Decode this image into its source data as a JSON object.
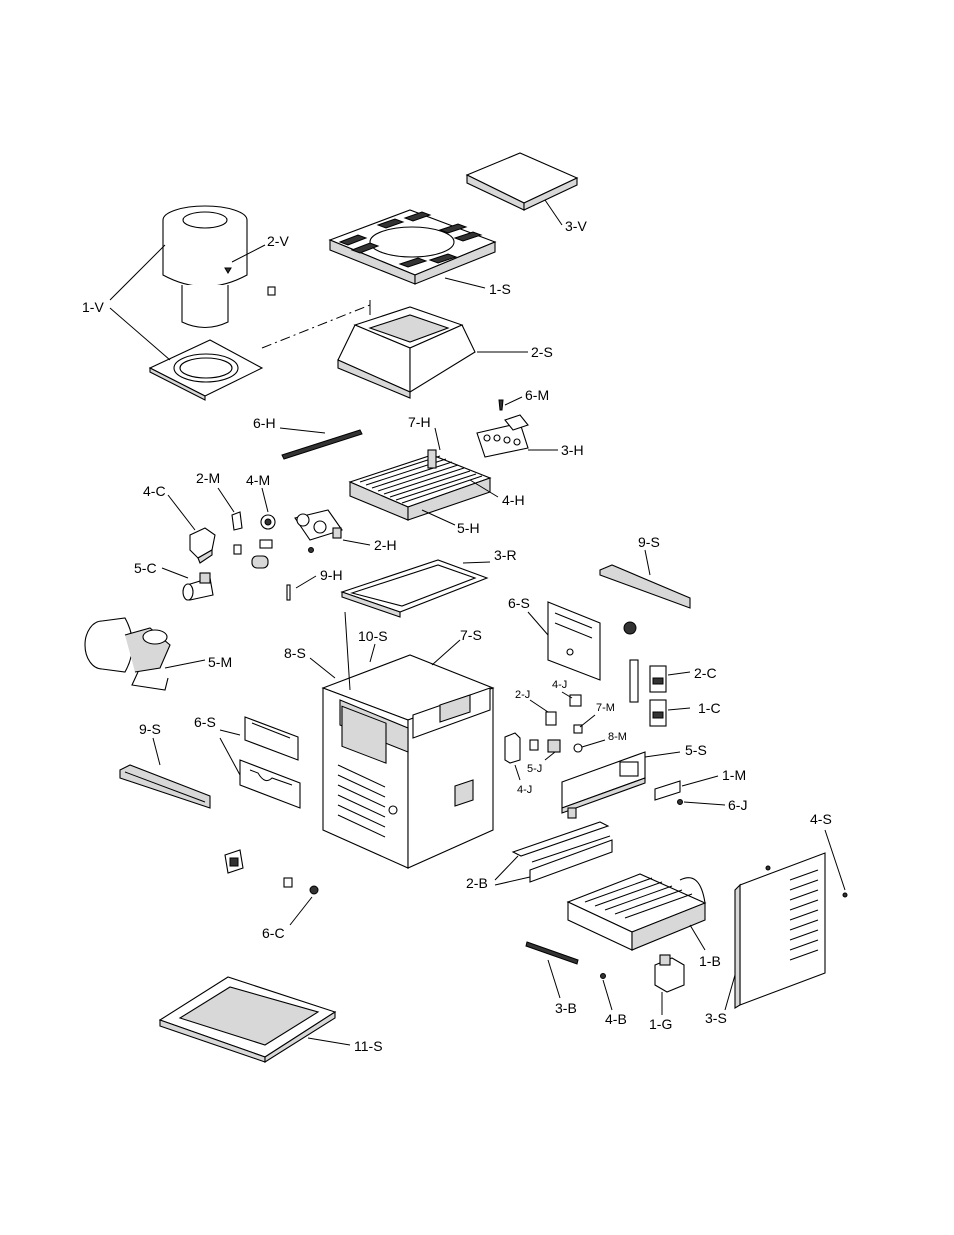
{
  "labels": {
    "1V": "1-V",
    "2V": "2-V",
    "3V": "3-V",
    "1S": "1-S",
    "2S": "2-S",
    "6M": "6-M",
    "6H": "6-H",
    "7H": "7-H",
    "3H": "3-H",
    "4H": "4-H",
    "5H": "5-H",
    "2H": "2-H",
    "4C": "4-C",
    "2M": "2-M",
    "4M": "4-M",
    "5C": "5-C",
    "9H": "9-H",
    "3R": "3-R",
    "9Sa": "9-S",
    "6Sa": "6-S",
    "5M": "5-M",
    "8S": "8-S",
    "10S": "10-S",
    "7S": "7-S",
    "2C": "2-C",
    "1C": "1-C",
    "2J": "2-J",
    "4Ja": "4-J",
    "7M": "7-M",
    "8M": "8-M",
    "5J": "5-J",
    "4Jb": "4-J",
    "5S": "5-S",
    "1M": "1-M",
    "6J": "6-J",
    "9Sb": "9-S",
    "6Sb": "6-S",
    "4S": "4-S",
    "2B": "2-B",
    "1B": "1-B",
    "6C": "6-C",
    "3B": "3-B",
    "4B": "4-B",
    "1G": "1-G",
    "3S": "3-S",
    "11S": "11-S"
  }
}
